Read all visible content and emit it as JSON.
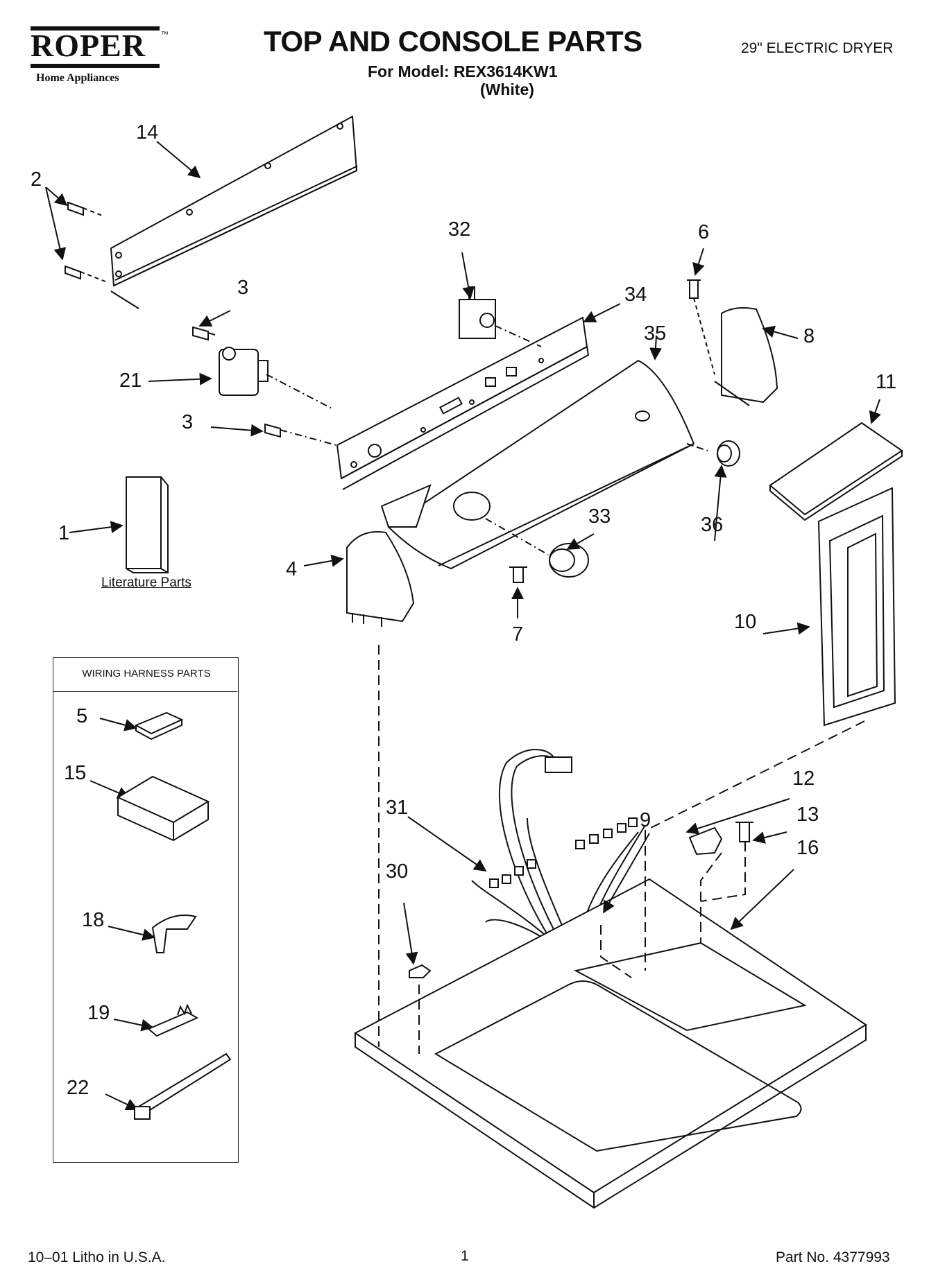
{
  "header": {
    "brand": "ROPER",
    "brand_tm": "™",
    "brand_sub": "Home Appliances",
    "title": "TOP AND CONSOLE PARTS",
    "model_line": "For Model: REX3614KW1",
    "color_line": "(White)",
    "product": "29\" ELECTRIC DRYER"
  },
  "labels": {
    "p1": "1",
    "p2": "2",
    "p3a": "3",
    "p3b": "3",
    "p4": "4",
    "p5": "5",
    "p6": "6",
    "p7": "7",
    "p8": "8",
    "p9": "9",
    "p10": "10",
    "p11": "11",
    "p12": "12",
    "p13": "13",
    "p14": "14",
    "p15": "15",
    "p16": "16",
    "p18": "18",
    "p19": "19",
    "p21": "21",
    "p22": "22",
    "p30": "30",
    "p31": "31",
    "p32": "32",
    "p33": "33",
    "p34": "34",
    "p35": "35",
    "p36": "36"
  },
  "literature": "Literature Parts",
  "harness": {
    "title": "WIRING HARNESS PARTS"
  },
  "footer": {
    "left": "10–01 Litho in U.S.A.",
    "page": "1",
    "right": "Part No. 4377993"
  },
  "colors": {
    "ink": "#111111",
    "background": "#ffffff"
  }
}
